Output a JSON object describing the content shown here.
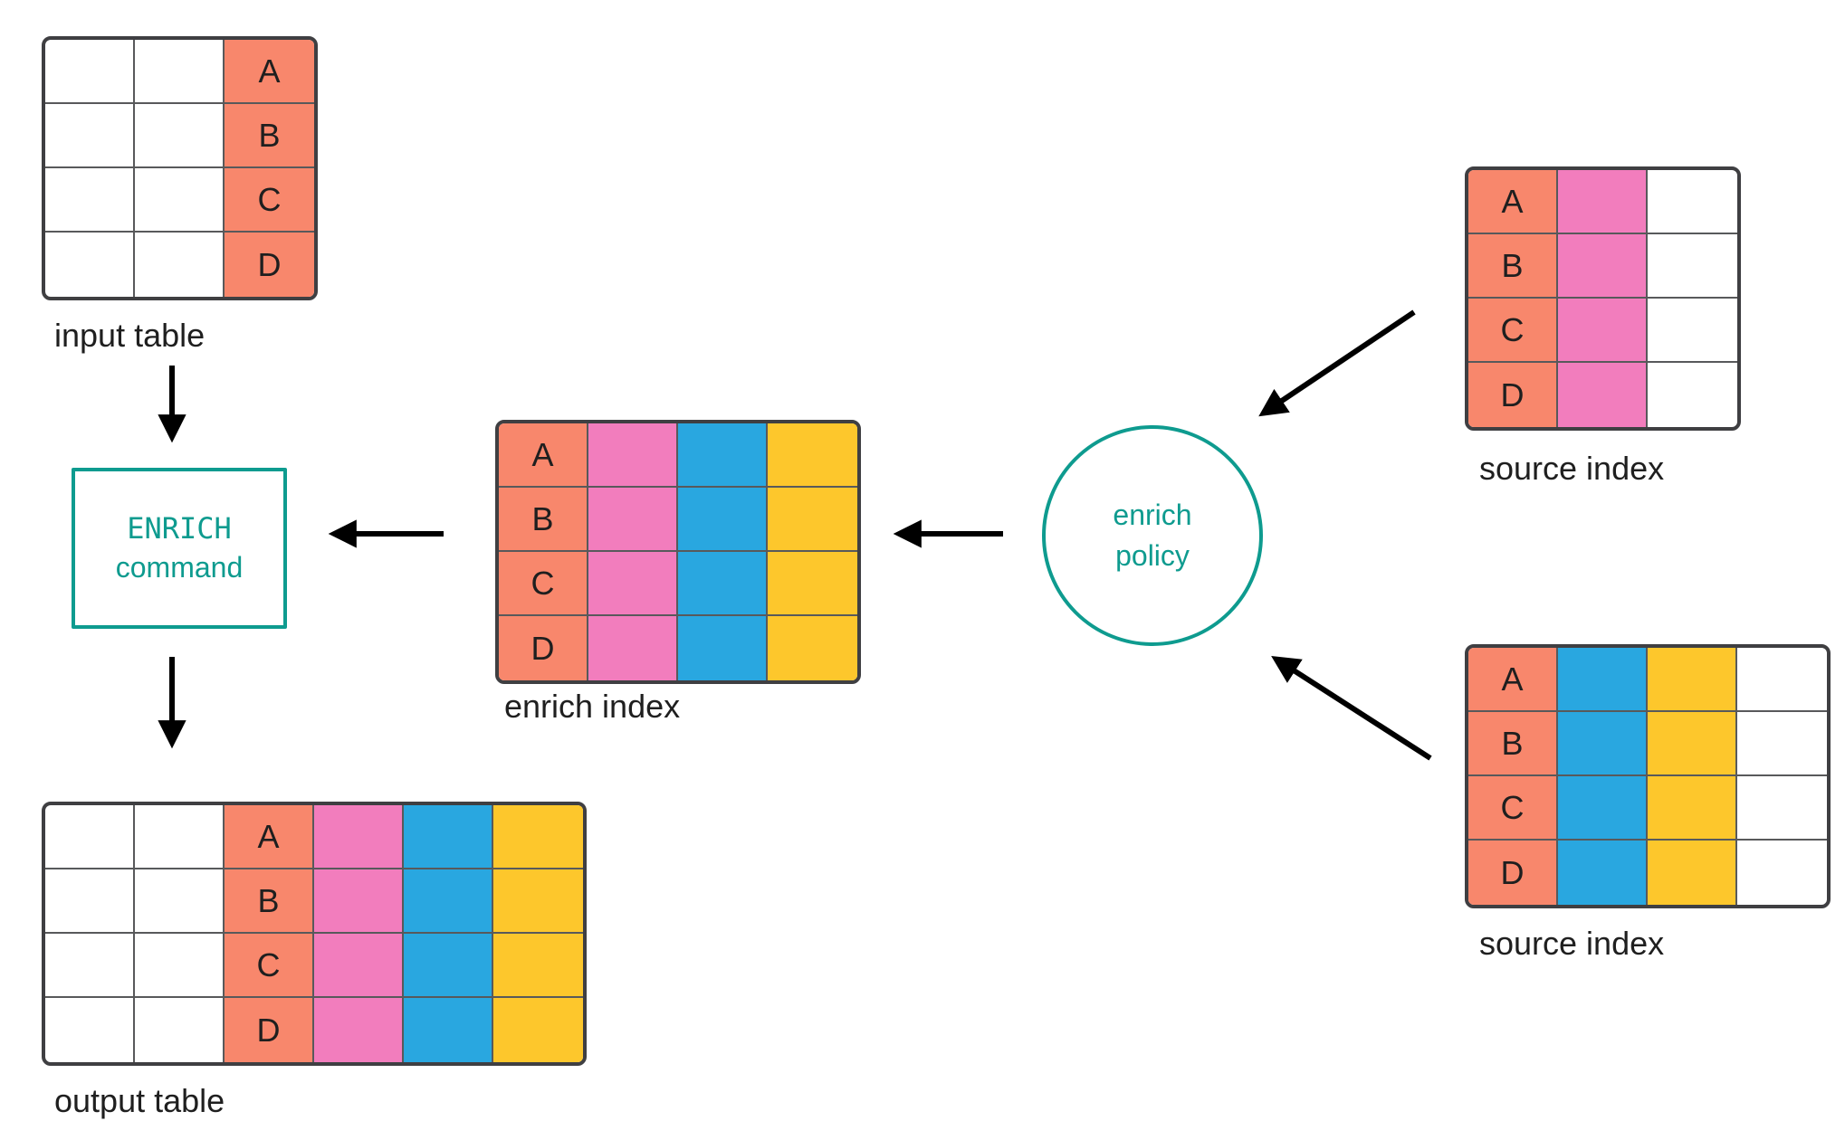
{
  "colors": {
    "salmon": "#F8876C",
    "pink": "#F27DBD",
    "blue": "#29A7E0",
    "yellow": "#FDC72C",
    "teal": "#0E9B8F",
    "table_border": "#3F3F42",
    "grid_line": "#58595B",
    "arrow": "#000000",
    "text": "#1F1F1F"
  },
  "keys": [
    "A",
    "B",
    "C",
    "D"
  ],
  "tables": {
    "input_table": {
      "label": "input table",
      "rows": 4,
      "columns": [
        "plain",
        "plain",
        "key-salmon"
      ]
    },
    "enrich_index": {
      "label": "enrich index",
      "rows": 4,
      "columns": [
        "key-salmon",
        "pink",
        "blue",
        "yellow"
      ]
    },
    "source_index_top": {
      "label": "source index",
      "rows": 4,
      "columns": [
        "key-salmon",
        "pink",
        "plain"
      ]
    },
    "source_index_bottom": {
      "label": "source index",
      "rows": 4,
      "columns": [
        "key-salmon",
        "blue",
        "yellow",
        "plain"
      ]
    },
    "output_table": {
      "label": "output table",
      "rows": 4,
      "columns": [
        "plain",
        "plain",
        "key-salmon",
        "pink",
        "blue",
        "yellow"
      ]
    }
  },
  "enrich_command": {
    "line1": "ENRICH",
    "line2": "command"
  },
  "enrich_policy": {
    "line1": "enrich",
    "line2": "policy"
  }
}
